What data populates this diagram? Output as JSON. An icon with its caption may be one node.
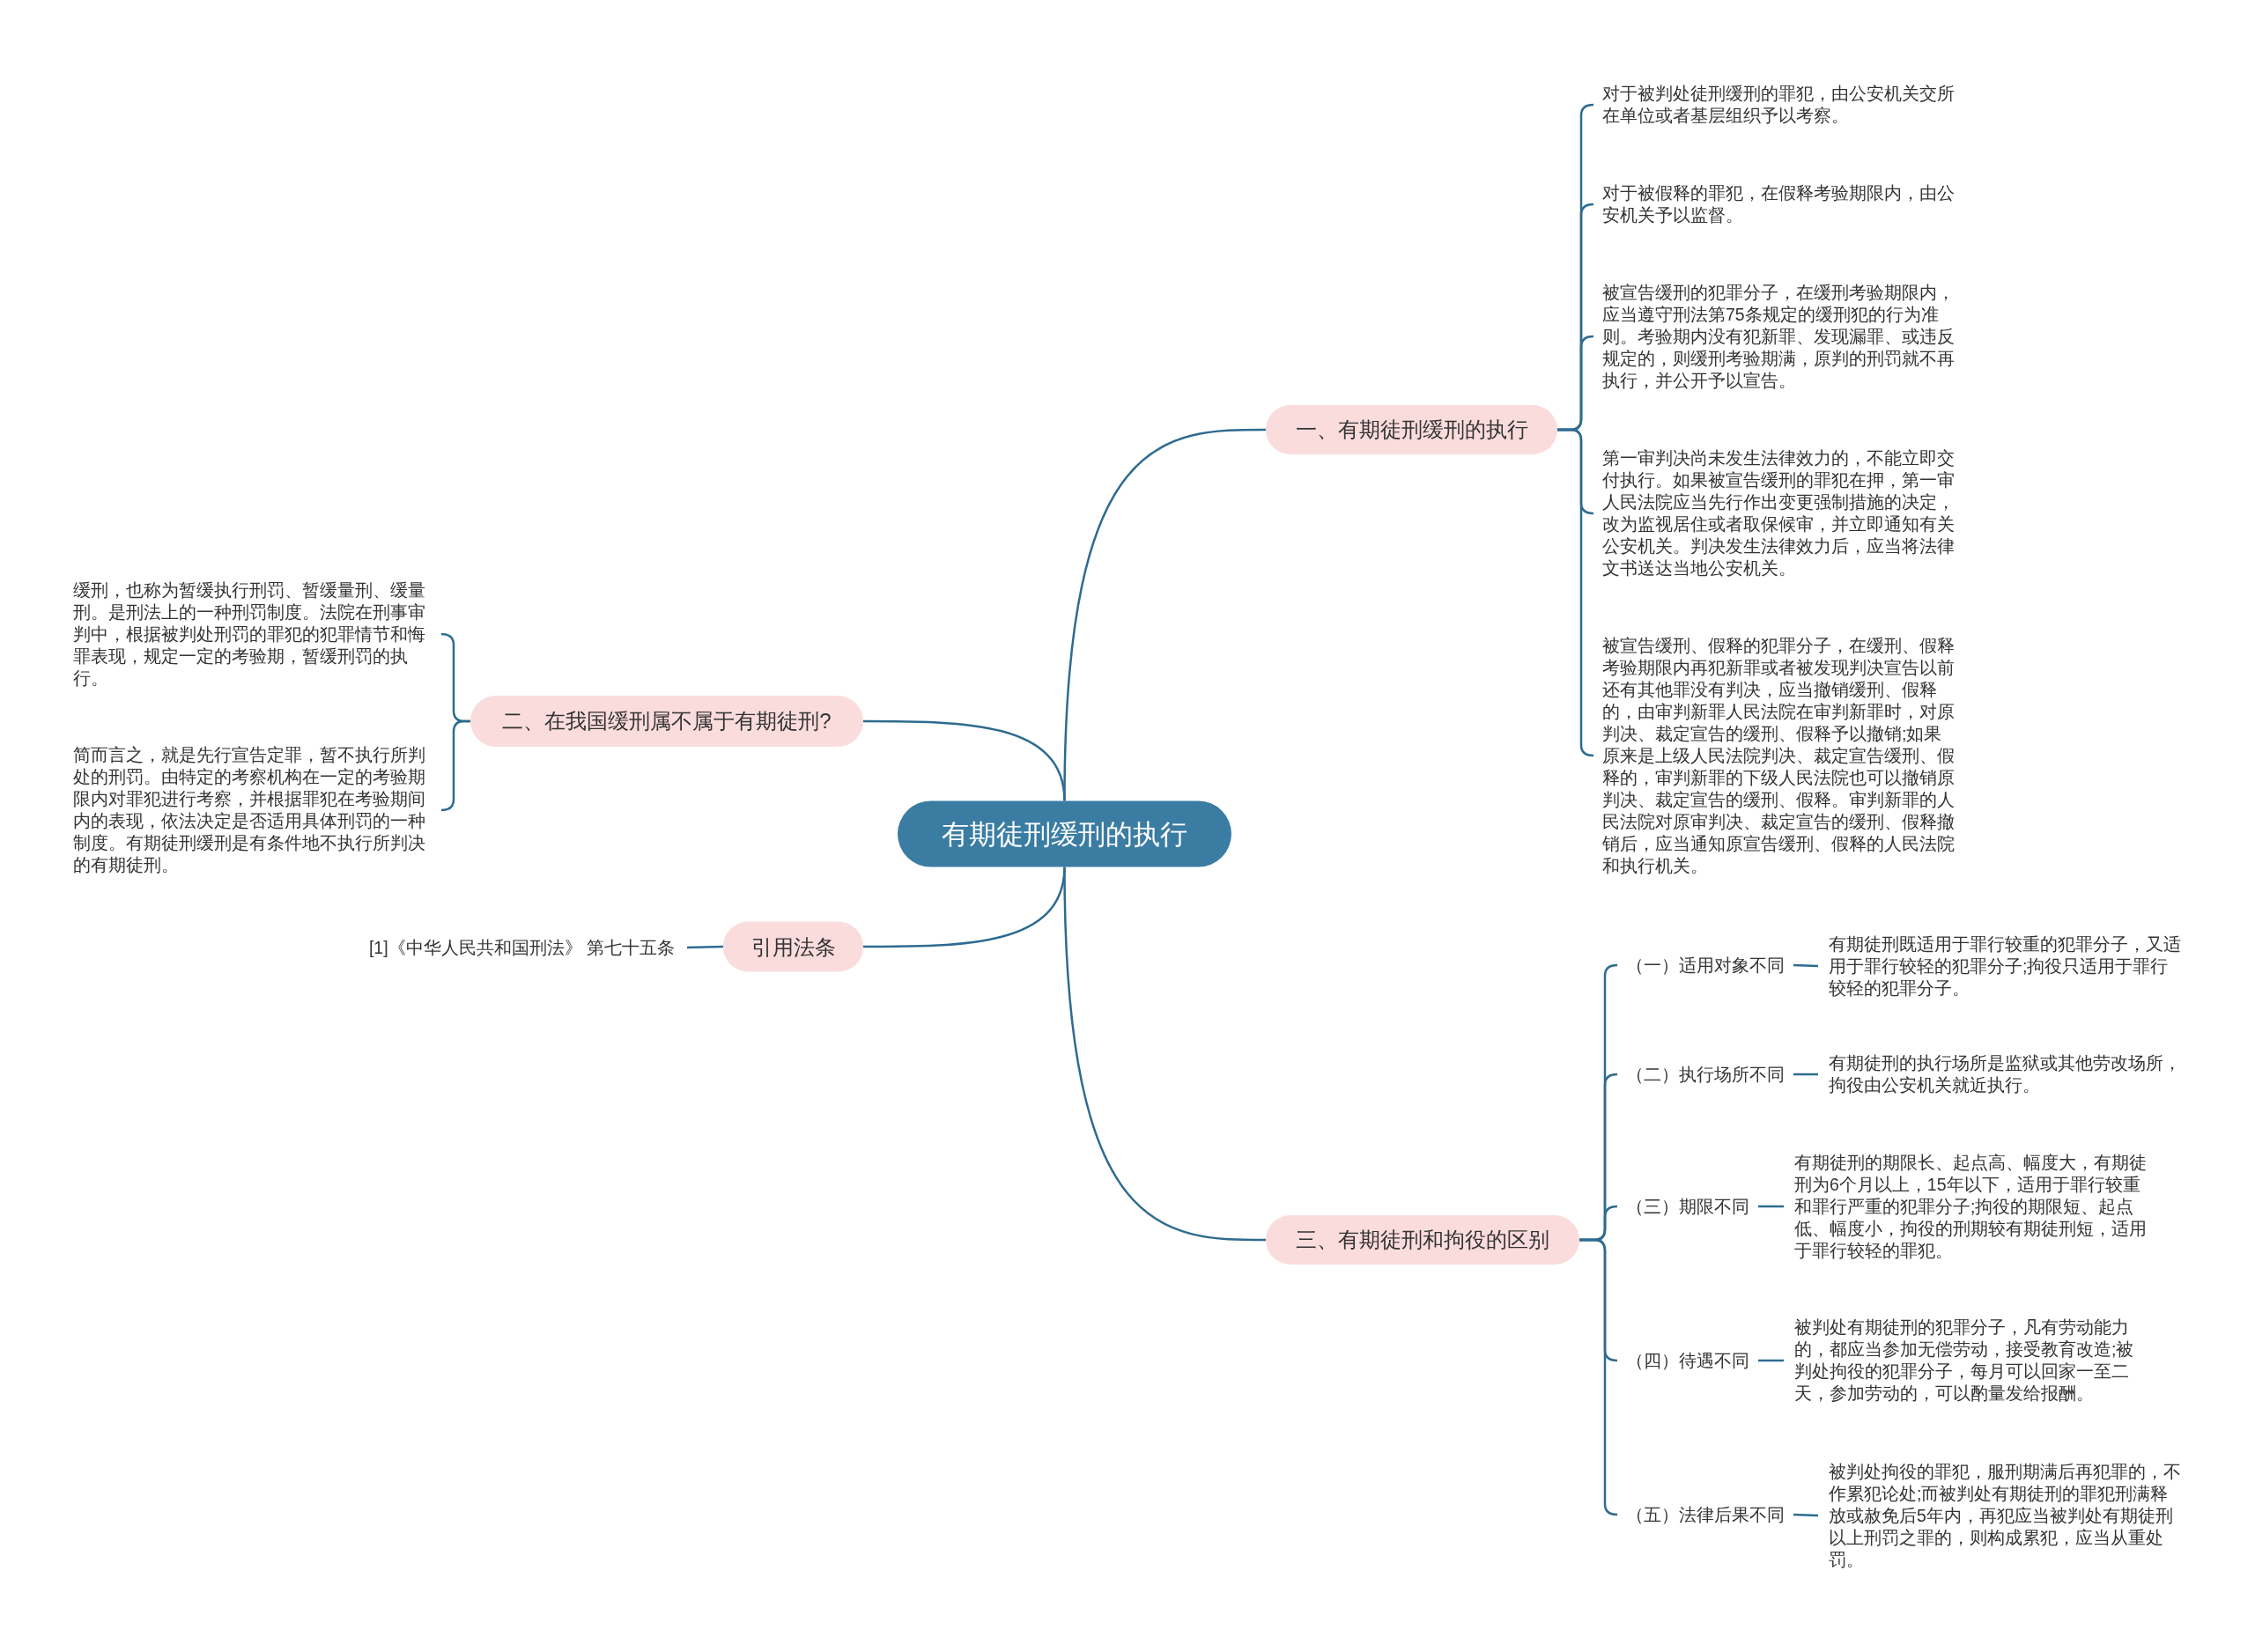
{
  "diagram": {
    "nodes": [
      {
        "text": [
          "有期徒刑缓刑的执行"
        ]
      },
      {
        "text": [
          "一、有期徒刑缓刑的执行"
        ]
      },
      {
        "text": [
          "对于被判处徒刑缓刑的罪犯，由公安机关交所在单位或者基层组织予以考察。"
        ]
      },
      {
        "text": [
          "对于被假释的罪犯，在假释考验期限内，由公安机关予以监督。"
        ]
      },
      {
        "text": [
          "被宣告缓刑的犯罪分子，在缓刑考验期限内，应当遵守刑法第75条规定的缓刑犯的行为准则。考验期内没有犯新罪、发现漏罪、或违反规定的，则缓刑考验期满，原判的刑罚就不再执行，并公开予以宣告。"
        ]
      },
      {
        "text": [
          "第一审判决尚未发生法律效力的，不能立即交付执行。如果被宣告缓刑的罪犯在押，第一审人民法院应当先行作出变更强制措施的决定，改为监视居住或者取保候审，并立即通知有关公安机关。判决发生法律效力后，应当将法律文书送达当地公安机关。"
        ]
      },
      {
        "text": [
          "被宣告缓刑、假释的犯罪分子，在缓刑、假释考验期限内再犯新罪或者被发现判决宣告以前还有其他罪没有判决，应当撤销缓刑、假释的，由审判新罪人民法院在审判新罪时，对原判决、裁定宣告的缓刑、假释予以撤销;如果原来是上级人民法院判决、裁定宣告缓刑、假释的，审判新罪的下级人民法院也可以撤销原判决、裁定宣告的缓刑、假释。审判新罪的人民法院对原审判决、裁定宣告的缓刑、假释撤销后，应当通知原宣告缓刑、假释的人民法院和执行机关。"
        ]
      },
      {
        "text": [
          "二、在我国缓刑属不属于有期徒刑?"
        ]
      },
      {
        "text": [
          "缓刑，也称为暂缓执行刑罚、暂缓量刑、缓量刑。是刑法上的一种刑罚制度。法院在刑事审判中，根据被判处刑罚的罪犯的犯罪情节和悔罪表现，规定一定的考验期，暂缓刑罚的执行。"
        ]
      },
      {
        "text": [
          "简而言之，就是先行宣告定罪，暂不执行所判处的刑罚。由特定的考察机构在一定的考验期限内对罪犯进行考察，并根据罪犯在考验期间内的表现，依法决定是否适用具体刑罚的一种制度。有期徒刑缓刑是有条件地不执行所判决的有期徒刑。"
        ]
      },
      {
        "text": [
          "引用法条"
        ]
      },
      {
        "text": [
          "[1]《中华人民共和国刑法》 第七十五条"
        ]
      },
      {
        "text": [
          "三、有期徒刑和拘役的区别"
        ]
      },
      {
        "text": [
          "（一）适用对象不同"
        ]
      },
      {
        "text": [
          "有期徒刑既适用于罪行较重的犯罪分子，又适用于罪行较轻的犯罪分子;拘役只适用于罪行较轻的犯罪分子。"
        ]
      },
      {
        "text": [
          "（二）执行场所不同"
        ]
      },
      {
        "text": [
          "有期徒刑的执行场所是监狱或其他劳改场所，拘役由公安机关就近执行。"
        ]
      },
      {
        "text": [
          "（三）期限不同"
        ]
      },
      {
        "text": [
          "有期徒刑的期限长、起点高、幅度大，有期徒刑为6个月以上，15年以下，适用于罪行较重和罪行严重的犯罪分子;拘役的期限短、起点低、幅度小，拘役的刑期较有期徒刑短，适用于罪行较轻的罪犯。"
        ]
      },
      {
        "text": [
          "（四）待遇不同"
        ]
      },
      {
        "text": [
          "被判处有期徒刑的犯罪分子，凡有劳动能力的，都应当参加无偿劳动，接受教育改造;被判处拘役的犯罪分子，每月可以回家一至二天，参加劳动的，可以酌量发给报酬。"
        ]
      },
      {
        "text": [
          "（五）法律后果不同"
        ]
      },
      {
        "text": [
          "被判处拘役的罪犯，服刑期满后再犯罪的，不作累犯论处;而被判处有期徒刑的罪犯刑满释放或赦免后5年内，再犯应当被判处有期徒刑以上刑罚之罪的，则构成累犯，应当从重处罚。"
        ]
      }
    ],
    "edges": [
      {
        "from": 0,
        "to": 1,
        "arrow": "none"
      },
      {
        "from": 1,
        "to": 2,
        "arrow": "none"
      },
      {
        "from": 1,
        "to": 3,
        "arrow": "none"
      },
      {
        "from": 1,
        "to": 4,
        "arrow": "none"
      },
      {
        "from": 1,
        "to": 5,
        "arrow": "none"
      },
      {
        "from": 1,
        "to": 6,
        "arrow": "none"
      },
      {
        "from": 0,
        "to": 7,
        "arrow": "none"
      },
      {
        "from": 7,
        "to": 8,
        "arrow": "none"
      },
      {
        "from": 7,
        "to": 9,
        "arrow": "none"
      },
      {
        "from": 0,
        "to": 10,
        "arrow": "none"
      },
      {
        "from": 10,
        "to": 11,
        "arrow": "none"
      },
      {
        "from": 0,
        "to": 12,
        "arrow": "none"
      },
      {
        "from": 12,
        "to": 13,
        "arrow": "none"
      },
      {
        "from": 12,
        "to": 15,
        "arrow": "none"
      },
      {
        "from": 12,
        "to": 17,
        "arrow": "none"
      },
      {
        "from": 12,
        "to": 19,
        "arrow": "none"
      },
      {
        "from": 12,
        "to": 21,
        "arrow": "none"
      },
      {
        "from": 13,
        "to": 14,
        "arrow": "none"
      },
      {
        "from": 15,
        "to": 16,
        "arrow": "none"
      },
      {
        "from": 17,
        "to": 18,
        "arrow": "none"
      },
      {
        "from": 19,
        "to": 20,
        "arrow": "none"
      },
      {
        "from": 21,
        "to": 22,
        "arrow": "none"
      }
    ]
  }
}
